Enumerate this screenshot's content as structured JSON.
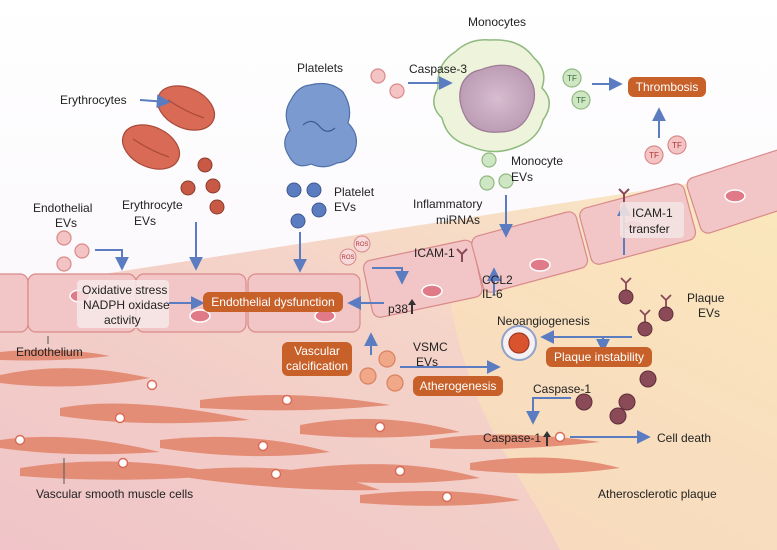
{
  "labels": {
    "monocytes": "Monocytes",
    "platelets": "Platelets",
    "erythrocytes": "Erythrocytes",
    "caspase3": "Caspase-3",
    "tf": "TF",
    "thrombosis": "Thrombosis",
    "monocyte_evs": [
      "Monocyte",
      "EVs"
    ],
    "platelet_evs": [
      "Platelet",
      "EVs"
    ],
    "erythrocyte_evs": [
      "Erythrocyte",
      "EVs"
    ],
    "endothelial_evs": [
      "Endothelial",
      "EVs"
    ],
    "inflammatory_mirnas": [
      "Inflammatory",
      "miRNAs"
    ],
    "icam1": "ICAM-1",
    "icam1_transfer": [
      "ICAM-1",
      "transfer"
    ],
    "ros": "ROS",
    "oxidative": [
      "Oxidative stress",
      "NADPH oxidase",
      "activity"
    ],
    "endothelial_dysfunction": "Endothelial dysfunction",
    "p38": "p38",
    "ccl2": "CCL2",
    "il6": "IL-6",
    "plaque_evs": [
      "Plaque",
      "EVs"
    ],
    "neoangiogenesis": "Neoangiogenesis",
    "plaque_instability": "Plaque instability",
    "endothelium": "Endothelium",
    "vascular_calcification": [
      "Vascular",
      "calcification"
    ],
    "vsmc_evs": [
      "VSMC",
      "EVs"
    ],
    "atherogenesis": "Atherogenesis",
    "caspase1_top": "Caspase-1",
    "caspase1_mid": "Caspase-1",
    "cell_death": "Cell death",
    "vsmc": "Vascular smooth muscle cells",
    "plaque": "Atherosclerotic plaque"
  },
  "colors": {
    "orange": "#c8602a",
    "arrow": "#5b7cc0",
    "platelet": "#7b9bd0",
    "erythrocyte": "#d96a55",
    "plaque_ev": "#8a4a58",
    "endothelium": "#f2c6c6"
  }
}
